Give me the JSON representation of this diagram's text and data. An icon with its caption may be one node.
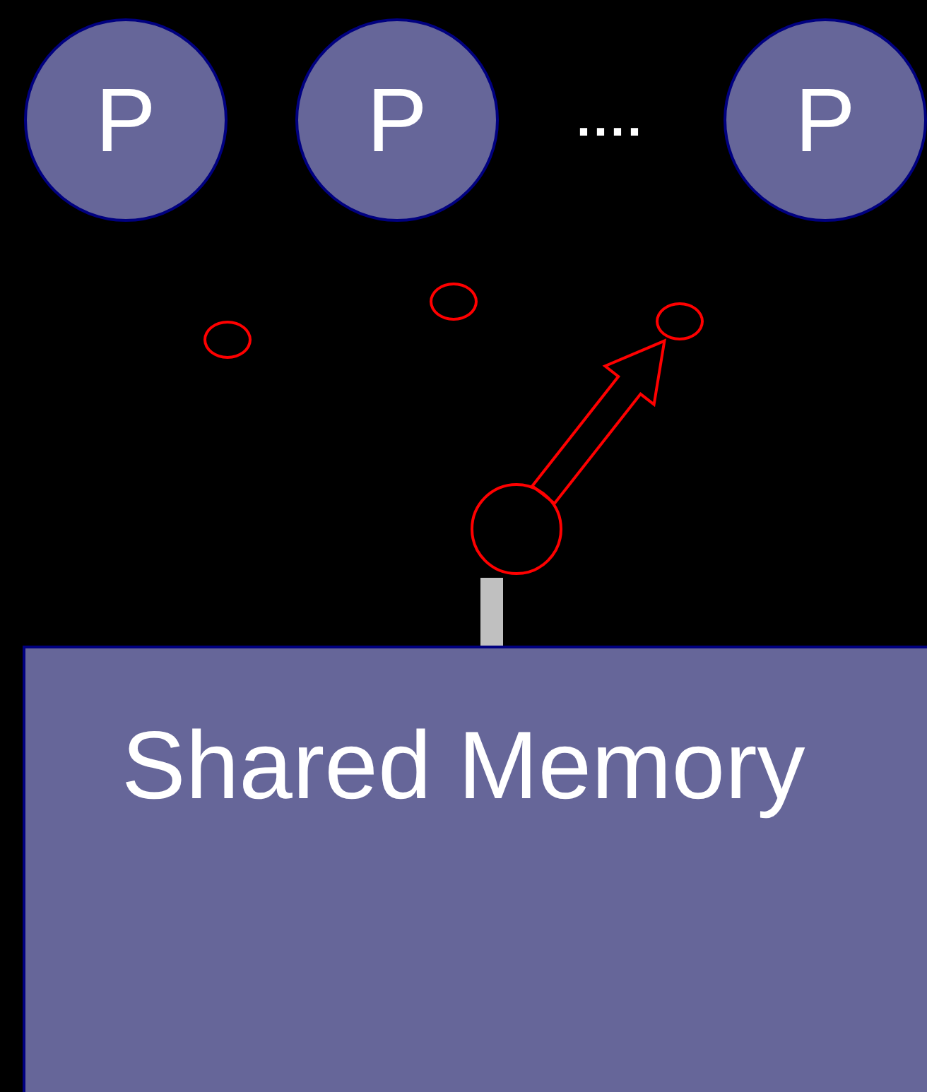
{
  "diagram": {
    "nodes": [
      {
        "text": [
          "P"
        ]
      },
      {
        "text": [
          "P"
        ]
      },
      {
        "text": [
          "P"
        ]
      },
      {
        "text": [],
        "shape": "circle"
      },
      {
        "text": [],
        "shape": "circle"
      },
      {
        "text": [],
        "shape": "circle"
      },
      {
        "text": [],
        "shape": "circle"
      },
      {
        "text": [],
        "shape": "bar"
      },
      {
        "text": [
          "Shared Memory"
        ]
      }
    ],
    "edges": [
      {
        "from": 6,
        "to": 4,
        "arrow": "to"
      }
    ],
    "labels": [
      "...."
    ]
  }
}
